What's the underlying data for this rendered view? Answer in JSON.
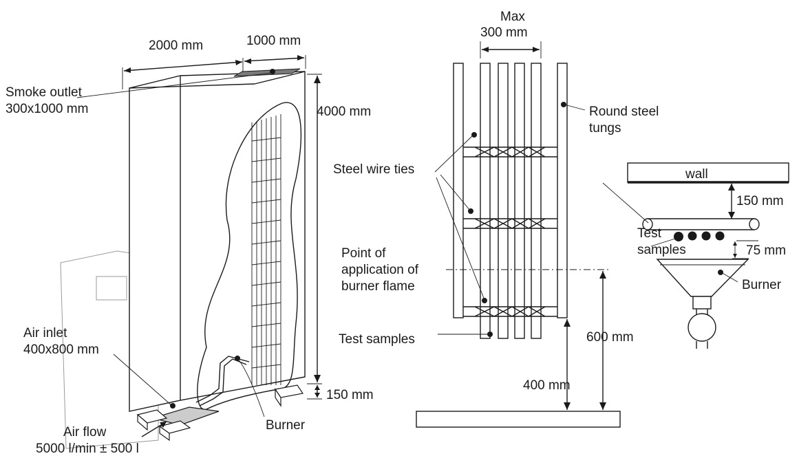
{
  "labels": {
    "width_2000": "2000 mm",
    "width_1000": "1000 mm",
    "smoke_outlet_1": "Smoke outlet",
    "smoke_outlet_2": "300x1000 mm",
    "height_4000": "4000 mm",
    "height_150": "150 mm",
    "air_inlet_1": "Air inlet",
    "air_inlet_2": "400x800 mm",
    "air_flow_1": "Air flow",
    "air_flow_2": "5000 l/min ± 500 l",
    "burner_left": "Burner",
    "max_1": "Max",
    "max_2": "300 mm",
    "round_steel_1": "Round steel",
    "round_steel_2": "tungs",
    "steel_wire_ties": "Steel wire ties",
    "point_1": "Point of",
    "point_2": "application of",
    "point_3": "burner flame",
    "test_samples_mid": "Test samples",
    "mm_600": "600 mm",
    "mm_400": "400 mm",
    "wall": "wall",
    "mm_150_right": "150 mm",
    "test_samples_right_1": "Test",
    "test_samples_right_2": "samples",
    "mm_75": "75 mm",
    "burner_right": "Burner"
  }
}
